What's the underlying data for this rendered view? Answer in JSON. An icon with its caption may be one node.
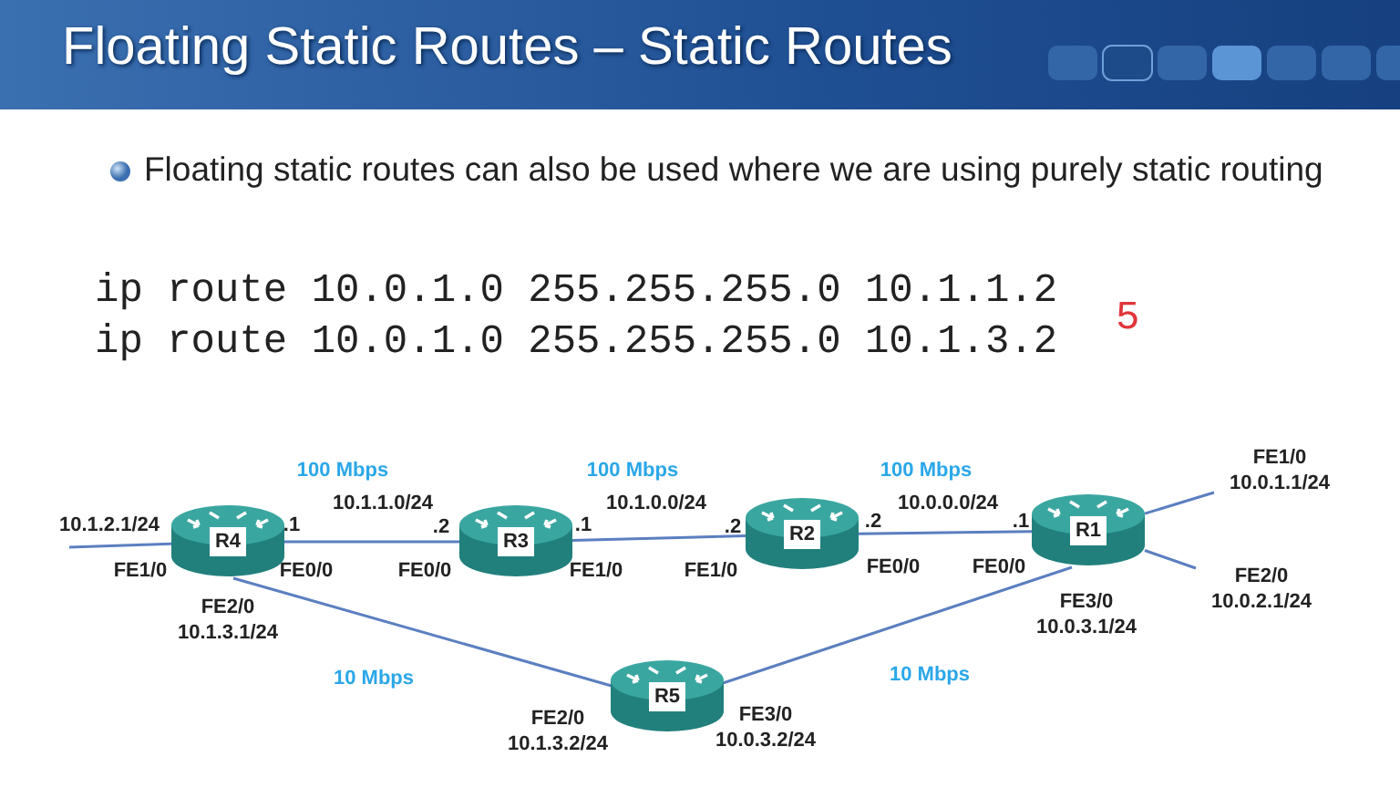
{
  "diagram": {
    "title": "Floating Static Routes – Static Routes",
    "nodes": [
      {
        "text": [
          "R4"
        ]
      },
      {
        "text": [
          "R3"
        ]
      },
      {
        "text": [
          "R2"
        ]
      },
      {
        "text": [
          "R1"
        ]
      },
      {
        "text": [
          "R5"
        ]
      },
      {
        "text": [
          "FE1/0",
          "10.0.1.1/24"
        ]
      },
      {
        "text": [
          "FE2/0",
          "10.0.2.1/24"
        ]
      }
    ],
    "edges": [
      {
        "from": 0,
        "to": 1,
        "arrow": "none"
      },
      {
        "from": 1,
        "to": 2,
        "arrow": "none"
      },
      {
        "from": 2,
        "to": 3,
        "arrow": "none"
      },
      {
        "from": 0,
        "to": 4,
        "arrow": "none"
      },
      {
        "from": 4,
        "to": 3,
        "arrow": "none"
      },
      {
        "from": 0,
        "to": null,
        "arrow": "none"
      },
      {
        "from": 3,
        "to": 5,
        "arrow": "none"
      },
      {
        "from": 3,
        "to": 6,
        "arrow": "none"
      }
    ],
    "labels": [
      "Floating static routes can also be used where we are using purely static routing",
      "ip route 10.0.1.0 255.255.255.0 10.1.1.2",
      "ip route 10.0.1.0 255.255.255.0 10.1.3.2",
      "5",
      "100 Mbps",
      "100 Mbps",
      "100 Mbps",
      "10.1.1.0/24",
      "10.1.0.0/24",
      "10.0.0.0/24",
      "10.1.2.1/24",
      ".1",
      ".2",
      ".1",
      ".2",
      ".2",
      ".1",
      "FE1/0",
      "FE0/0",
      "FE0/0",
      "FE1/0",
      "FE1/0",
      "FE0/0",
      "FE0/0",
      "FE2/0",
      "FE3/0",
      "10.1.3.1/24",
      "10.0.3.1/24",
      "10 Mbps",
      "10 Mbps",
      "FE2/0",
      "FE3/0",
      "10.1.3.2/24",
      "10.0.3.2/24"
    ]
  }
}
